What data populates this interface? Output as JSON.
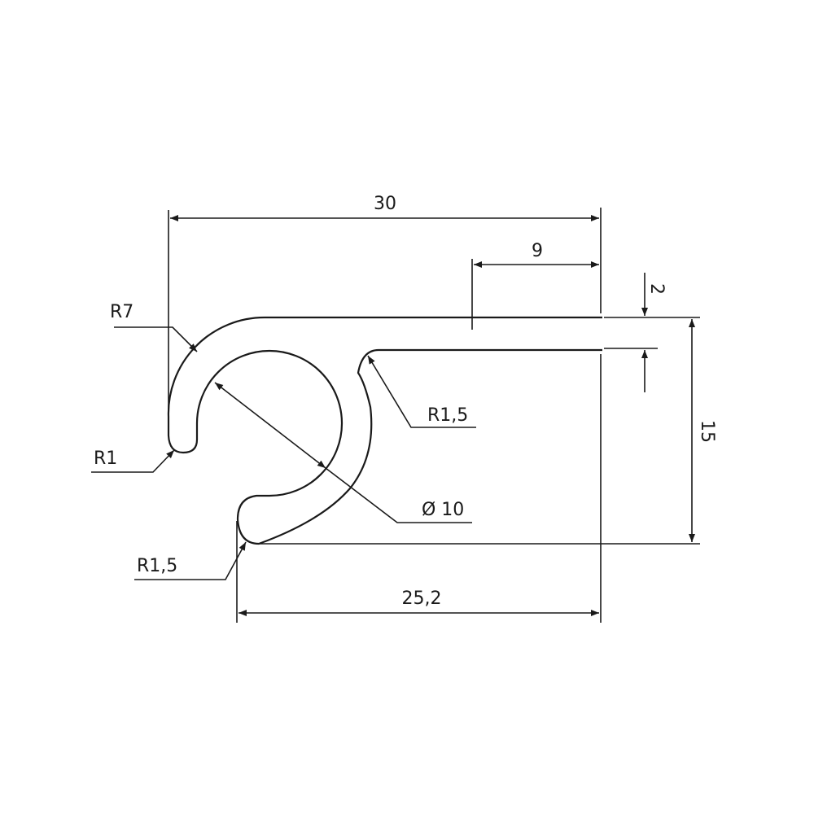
{
  "dimensions": {
    "overall_width": "30",
    "lip_length": "9",
    "thickness": "2",
    "height": "15",
    "base_width": "25,2",
    "outer_radius": "R7",
    "tip_radius": "R1",
    "hook_radius": "R1,5",
    "bottom_radius": "R1,5",
    "bore_diameter": "Ø 10"
  },
  "colors": {
    "line": "#1a1a1a",
    "background": "#ffffff"
  }
}
